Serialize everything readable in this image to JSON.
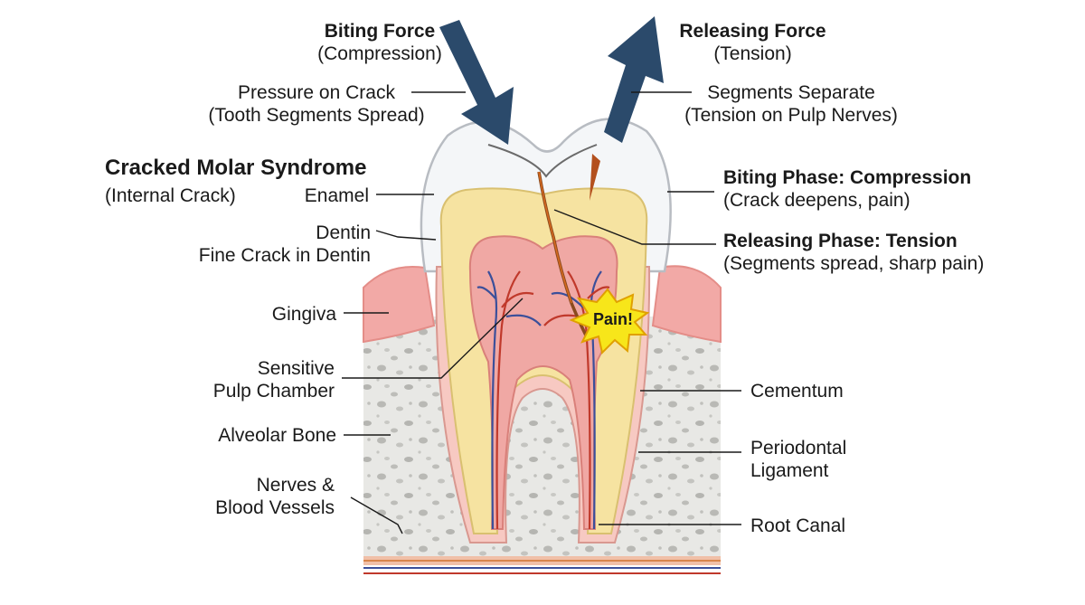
{
  "title": {
    "main": "Cracked Molar Syndrome",
    "sub": "(Internal Crack)"
  },
  "forces": {
    "biting": {
      "title": "Biting Force",
      "sub": "(Compression)"
    },
    "releasing": {
      "title": "Releasing Force",
      "sub": "(Tension)"
    }
  },
  "labels": {
    "pressure": {
      "line1": "Pressure on Crack",
      "line2": "(Tooth Segments Spread)"
    },
    "separate": {
      "line1": "Segments Separate",
      "line2": "(Tension on Pulp Nerves)"
    },
    "enamel": "Enamel",
    "dentin": {
      "line1": "Dentin",
      "line2": "Fine Crack in Dentin"
    },
    "gingiva": "Gingiva",
    "pulp": {
      "line1": "Sensitive",
      "line2": "Pulp Chamber"
    },
    "bone": "Alveolar Bone",
    "nerves": {
      "line1": "Nerves &",
      "line2": "Blood Vessels"
    },
    "biting_phase": {
      "title": "Biting Phase: Compression",
      "sub": "(Crack deepens, pain)"
    },
    "releasing_phase": {
      "title": "Releasing Phase: Tension",
      "sub": "(Segments spread, sharp pain)"
    },
    "cementum": "Cementum",
    "pdl": {
      "line1": "Periodontal",
      "line2": "Ligament"
    },
    "root_canal": "Root Canal",
    "pain": "Pain!"
  },
  "colors": {
    "arrow": "#2b4a6b",
    "enamel": "#f4f6f8",
    "dentin": "#f6e3a1",
    "pulp": "#f0a8a4",
    "gingiva": "#f2a9a6",
    "bone": "#e6e6e3",
    "nerve_red": "#c0392b",
    "nerve_blue": "#3b4f9a",
    "pain": "#f7e61a"
  }
}
